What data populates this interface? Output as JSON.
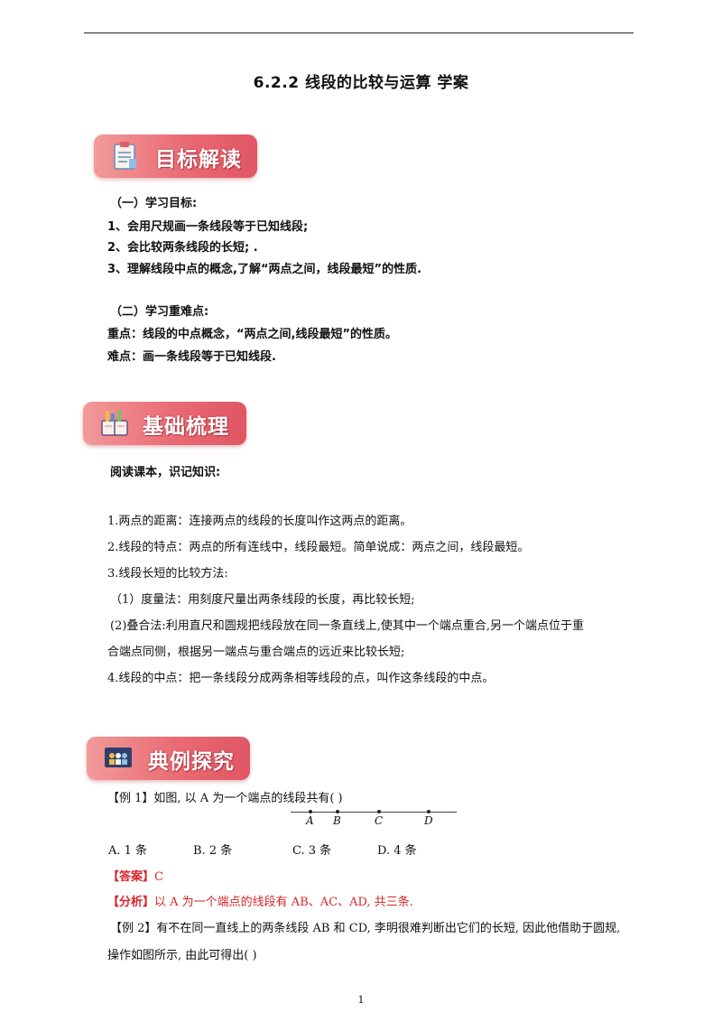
{
  "doc_title": "6.2.2  线段的比较与运算  学案",
  "sections": {
    "goals": "目标解读",
    "basics": "基础梳理",
    "examples": "典例探究"
  },
  "goals": {
    "sub1": "（一）学习目标:",
    "items": [
      "1、会用尺规画一条线段等于已知线段;",
      "2、会比较两条线段的长短;  .",
      "3、理解线段中点的概念,了解“两点之间，线段最短”的性质."
    ],
    "sub2": "（二）学习重难点:",
    "key_point": "重点：线段的中点概念，“两点之间,线段最短”的性质。",
    "difficult_point": "难点：画一条线段等于已知线段."
  },
  "basics": {
    "intro": "阅读课本，识记知识:",
    "p1": "1.两点的距离：连接两点的线段的长度叫作这两点的距离。",
    "p2": "2.线段的特点：两点的所有连线中，线段最短。简单说成：两点之间，线段最短。",
    "p3": "3.线段长短的比较方法:",
    "p3a": "（1）度量法：用刻度尺量出两条线段的长度，再比较长短;",
    "p3b_line1": "(2)叠合法:利用直尺和圆规把线段放在同一条直线上,使其中一个端点重合,另一个端点位于重",
    "p3b_line2": "合端点同侧，根据另一端点与重合端点的远近来比较长短;",
    "p4": "4.线段的中点：把一条线段分成两条相等线段的点，叫作这条线段的中点。"
  },
  "example1": {
    "question": "【例 1】如图, 以 A 为一个端点的线段共有(      )",
    "points": [
      "A",
      "B",
      "C",
      "D"
    ],
    "options": [
      "A. 1 条",
      "B. 2 条",
      "C. 3 条",
      "D. 4 条"
    ],
    "answer_tag": "【答案】",
    "answer": "C",
    "analysis_tag": "【分析】",
    "analysis": "以 A 为一个端点的线段有 AB、AC、AD, 共三条."
  },
  "example2": {
    "line1": "【例 2】有不在同一直线上的两条线段 AB 和 CD, 李明很难判断出它们的长短, 因此他借助于圆规,",
    "line2": "操作如图所示, 由此可得出(      )"
  },
  "page_number": "1"
}
